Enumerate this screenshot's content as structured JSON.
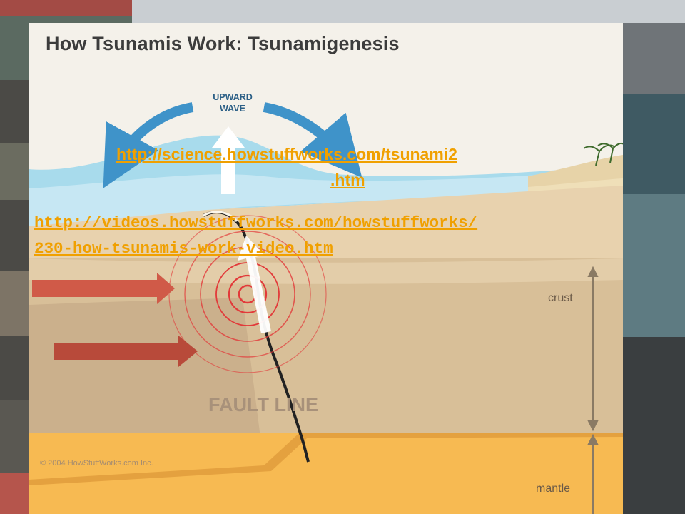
{
  "slide": {
    "title": "How Tsunamis Work: Tsunamigenesis",
    "diagram_labels": {
      "wave": [
        "UPWARD",
        "WAVE"
      ],
      "fault": "FAULT LINE",
      "crust": "crust",
      "mantle": "mantle",
      "copyright": "© 2004 HowStuffWorks.com Inc."
    },
    "links": [
      {
        "lines": [
          "http://science.howstuffworks.com/tsunami2",
          ".htm"
        ]
      },
      {
        "lines": [
          "http://videos.howstuffworks.com/howstuffworks/",
          "230-how-tsunamis-work-video.htm"
        ]
      }
    ],
    "colors": {
      "link": "#f0a000",
      "arrow_blue": "#3f93c9",
      "plate_arrow": "#d05a48",
      "quake_ring": "#e23a3a",
      "crust": "#d8bf98",
      "mantle": "#f7ba52",
      "ocean": "#a8dbec"
    }
  }
}
